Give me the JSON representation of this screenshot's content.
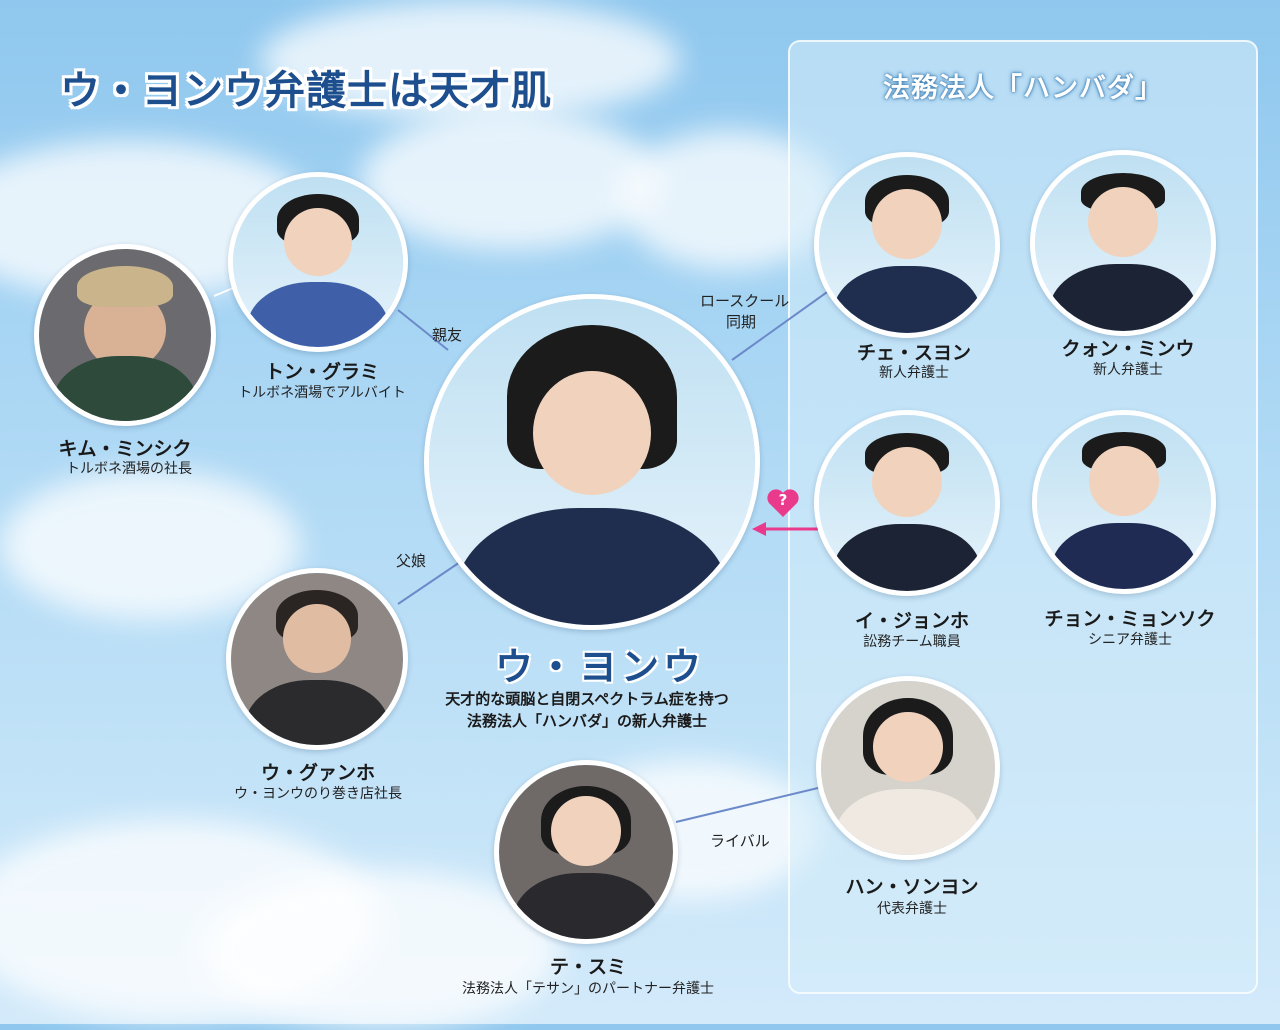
{
  "title": "ウ・ヨンウ弁護士は天才肌",
  "firm_panel": {
    "title": "法務法人「ハンバダ」"
  },
  "center": {
    "name": "ウ・ヨンウ",
    "desc_line1": "天才的な頭脳と自閉スペクトラム症を持つ",
    "desc_line2": "法務法人「ハンバダ」の新人弁護士"
  },
  "people": {
    "kim_minsik": {
      "name": "キム・ミンシク",
      "role": "トルボネ酒場の社長"
    },
    "ton_gurami": {
      "name": "トン・グラミ",
      "role": "トルボネ酒場でアルバイト"
    },
    "u_gwanho": {
      "name": "ウ・グァンホ",
      "role": "ウ・ヨンウのり巻き店社長"
    },
    "te_sumi": {
      "name": "テ・スミ",
      "role": "法務法人「テサン」のパートナー弁護士"
    },
    "che_suyon": {
      "name": "チェ・スヨン",
      "role": "新人弁護士"
    },
    "kwon_minu": {
      "name": "クォン・ミンウ",
      "role": "新人弁護士"
    },
    "i_jonho": {
      "name": "イ・ジョンホ",
      "role": "訟務チーム職員"
    },
    "chon_myonsok": {
      "name": "チョン・ミョンソク",
      "role": "シニア弁護士"
    },
    "han_sonyon": {
      "name": "ハン・ソンヨン",
      "role": "代表弁護士"
    }
  },
  "relations": {
    "best_friend": "親友",
    "father_daughter": "父娘",
    "law_school_1": "ロースクール",
    "law_school_2": "同期",
    "rival": "ライバル",
    "heart_mark": "?"
  },
  "colors": {
    "title": "#1d4f8f",
    "line": "#6c8ac9",
    "heart": "#e93a8c"
  }
}
